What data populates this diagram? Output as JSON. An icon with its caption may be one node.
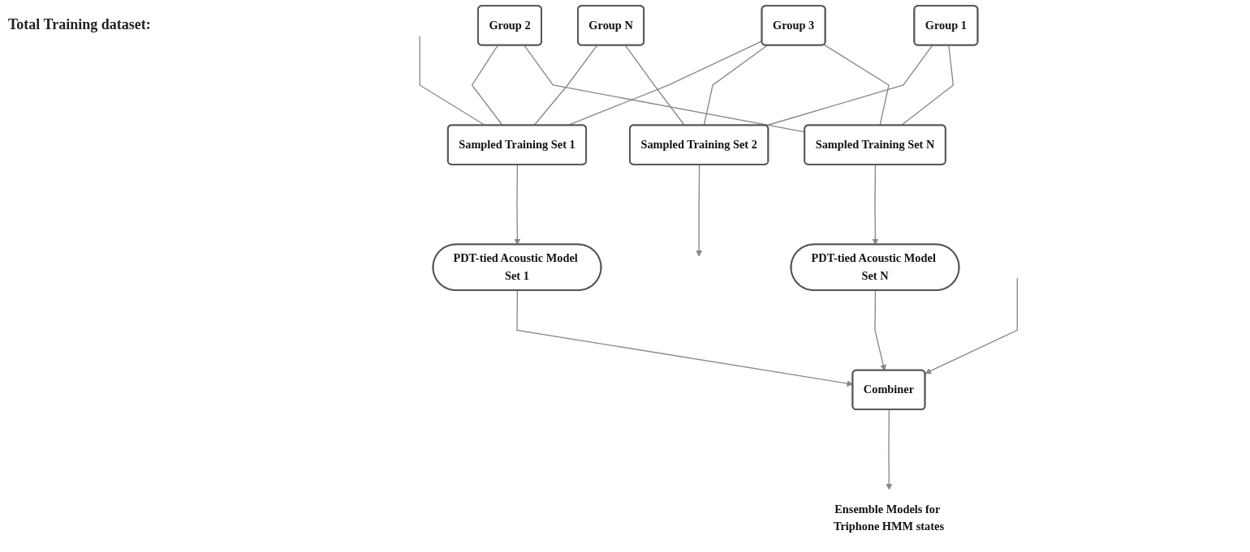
{
  "diagram": {
    "nodes": [
      {
        "text": [
          "Group 1"
        ]
      },
      {
        "text": [
          "Group 2"
        ]
      },
      {
        "text": [
          "Group 3"
        ]
      },
      {
        "text": [
          "Group N"
        ]
      },
      {
        "text": [
          "Sampled Training Set 1"
        ]
      },
      {
        "text": [
          "Sampled Training Set 2"
        ]
      },
      {
        "text": [
          "Sampled Training Set N"
        ]
      },
      {
        "text": [
          "PDT-tied Acoustic Model Set 1"
        ]
      },
      {
        "text": [
          "PDT-tied Acoustic Model Set N"
        ]
      },
      {
        "text": [
          "Combiner"
        ]
      },
      {
        "text": [
          "Ensemble Models for Triphone HMM states"
        ]
      }
    ],
    "edges": [
      {
        "from": 0,
        "to": 5,
        "arrow": "none"
      },
      {
        "from": 0,
        "to": 6,
        "arrow": "none"
      },
      {
        "from": 1,
        "to": 4,
        "arrow": "none"
      },
      {
        "from": 1,
        "to": 6,
        "arrow": "none"
      },
      {
        "from": 2,
        "to": 4,
        "arrow": "none"
      },
      {
        "from": 2,
        "to": 5,
        "arrow": "none"
      },
      {
        "from": 2,
        "to": 6,
        "arrow": "none"
      },
      {
        "from": 3,
        "to": 4,
        "arrow": "none"
      },
      {
        "from": 3,
        "to": 5,
        "arrow": "none"
      },
      {
        "from": null,
        "to": 4,
        "arrow": "none"
      },
      {
        "from": 4,
        "to": 7,
        "arrow": "to"
      },
      {
        "from": 5,
        "to": null,
        "arrow": "to"
      },
      {
        "from": 6,
        "to": 8,
        "arrow": "to"
      },
      {
        "from": 7,
        "to": 9,
        "arrow": "to"
      },
      {
        "from": null,
        "to": 9,
        "arrow": "to"
      },
      {
        "from": 8,
        "to": 9,
        "arrow": "to"
      },
      {
        "from": 9,
        "to": 10,
        "arrow": "to"
      }
    ],
    "labels": [
      "Total Training dataset:"
    ]
  }
}
